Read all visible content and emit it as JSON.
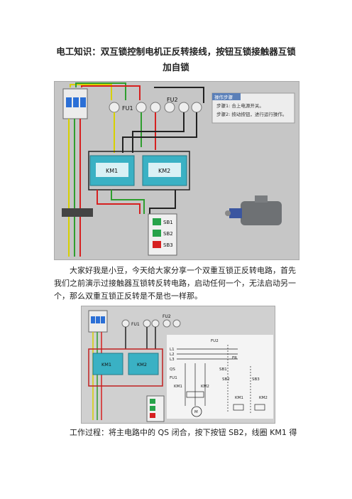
{
  "title_line1": "电工知识：双互锁控制电机正反转接线，按钮互锁接触器互锁",
  "title_line2": "加自锁",
  "figure1": {
    "fuse_labels": [
      "FU1",
      "FU2"
    ],
    "contactor_labels": [
      "KM1",
      "KM2"
    ],
    "button_labels": [
      "SB1",
      "SB2",
      "SB3"
    ],
    "steps_panel": {
      "title": "操作步骤",
      "step1": "步骤1: 合上电源开关。",
      "step2": "步骤2: 按动按钮，进行运行操作。"
    }
  },
  "paragraph1": "大家好我是小豆，今天给大家分享一个双重互锁正反转电路，首先我们之前演示过接触器互锁转反转电路，启动任何一个，无法启动另一个，那么双重互锁正反转是不是也一样那。",
  "figure2": {
    "fuse_labels": [
      "FU1",
      "FU2"
    ],
    "contactor_labels": [
      "KM1",
      "KM2"
    ],
    "schematic_labels": [
      "L1",
      "L2",
      "L3",
      "QS",
      "FU1",
      "FU2",
      "FR",
      "SB1",
      "SB2",
      "SB3",
      "KM1",
      "KM2",
      "M"
    ]
  },
  "paragraph2": "工作过程：将主电路中的 QS 闭合，按下按钮 SB2，线圈 KM1 得"
}
